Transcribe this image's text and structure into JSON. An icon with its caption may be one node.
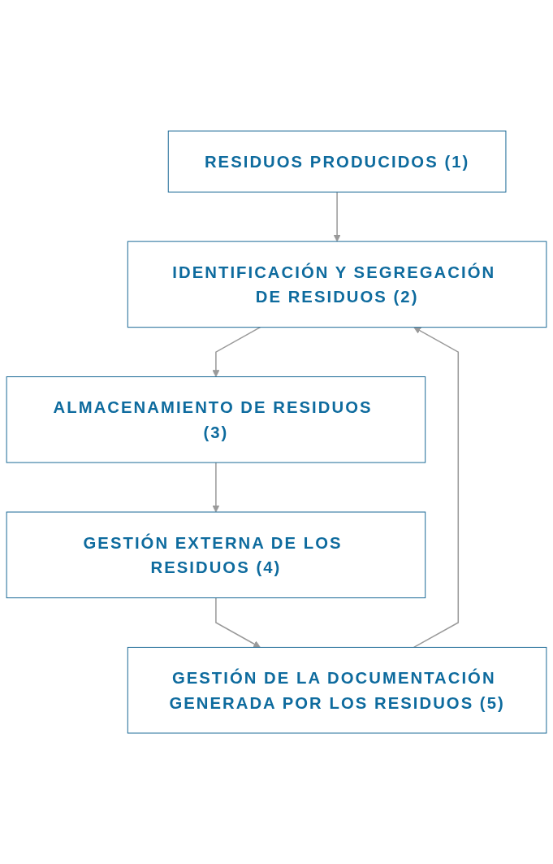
{
  "diagram": {
    "nodes": [
      {
        "text": [
          "RESIDUOS PRODUCIDOS (1)"
        ]
      },
      {
        "text": [
          "IDENTIFICACIÓN Y SEGREGACIÓN DE RESIDUOS (2)"
        ]
      },
      {
        "text": [
          "ALMACENAMIENTO DE RESIDUOS (3)"
        ]
      },
      {
        "text": [
          "GESTIÓN EXTERNA DE LOS RESIDUOS (4)"
        ]
      },
      {
        "text": [
          "GESTIÓN DE LA DOCUMENTACIÓN GENERADA POR LOS RESIDUOS (5)"
        ]
      }
    ],
    "edges": [
      {
        "from": 0,
        "to": 1,
        "arrow": "to"
      },
      {
        "from": 1,
        "to": 2,
        "arrow": "to"
      },
      {
        "from": 2,
        "to": 3,
        "arrow": "to"
      },
      {
        "from": 3,
        "to": 4,
        "arrow": "to"
      },
      {
        "from": 4,
        "to": 1,
        "arrow": "to"
      }
    ]
  }
}
